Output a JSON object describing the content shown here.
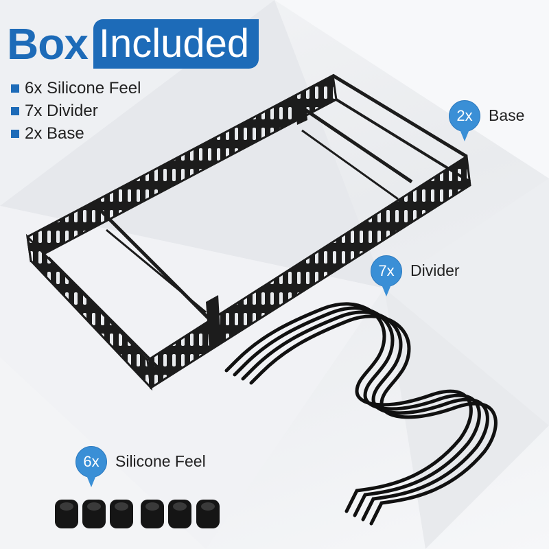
{
  "title": {
    "box": "Box",
    "included": "Included"
  },
  "list": [
    {
      "text": "6x Silicone Feel"
    },
    {
      "text": "7x Divider"
    },
    {
      "text": "2x Base"
    }
  ],
  "callouts": {
    "base": {
      "qty": "2x",
      "label": "Base"
    },
    "divider": {
      "qty": "7x",
      "label": "Divider"
    },
    "feet": {
      "qty": "6x",
      "label": "Silicone Feel"
    }
  },
  "colors": {
    "accent": "#1d6bb8",
    "pin": "#3a8fd6",
    "metal": "#1c1c1c"
  }
}
